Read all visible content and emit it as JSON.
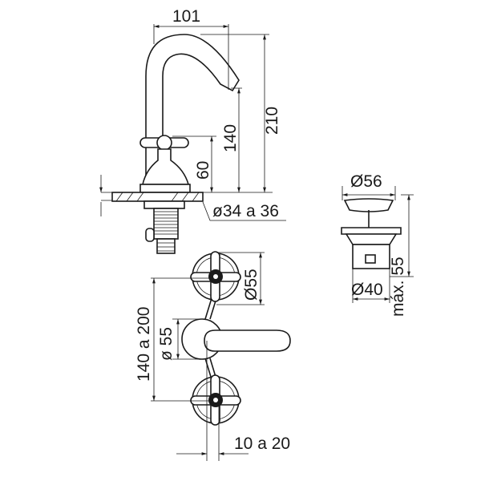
{
  "drawing": {
    "side_view": {
      "reach": "101",
      "total_height": "210",
      "spout_height": "140",
      "handle_height": "60",
      "hole_diameter": "ø34 a 36"
    },
    "drain": {
      "head_diameter": "Ø56",
      "body_diameter": "Ø40",
      "max_depth": "máx. 55"
    },
    "front_view": {
      "rosette_diameter": "Ø55",
      "center_distance": "140 a 200",
      "spout_base_diameter": "ø 55",
      "offset": "10 a 20"
    }
  },
  "colors": {
    "ink": "#1a1a1a",
    "background": "#ffffff"
  }
}
